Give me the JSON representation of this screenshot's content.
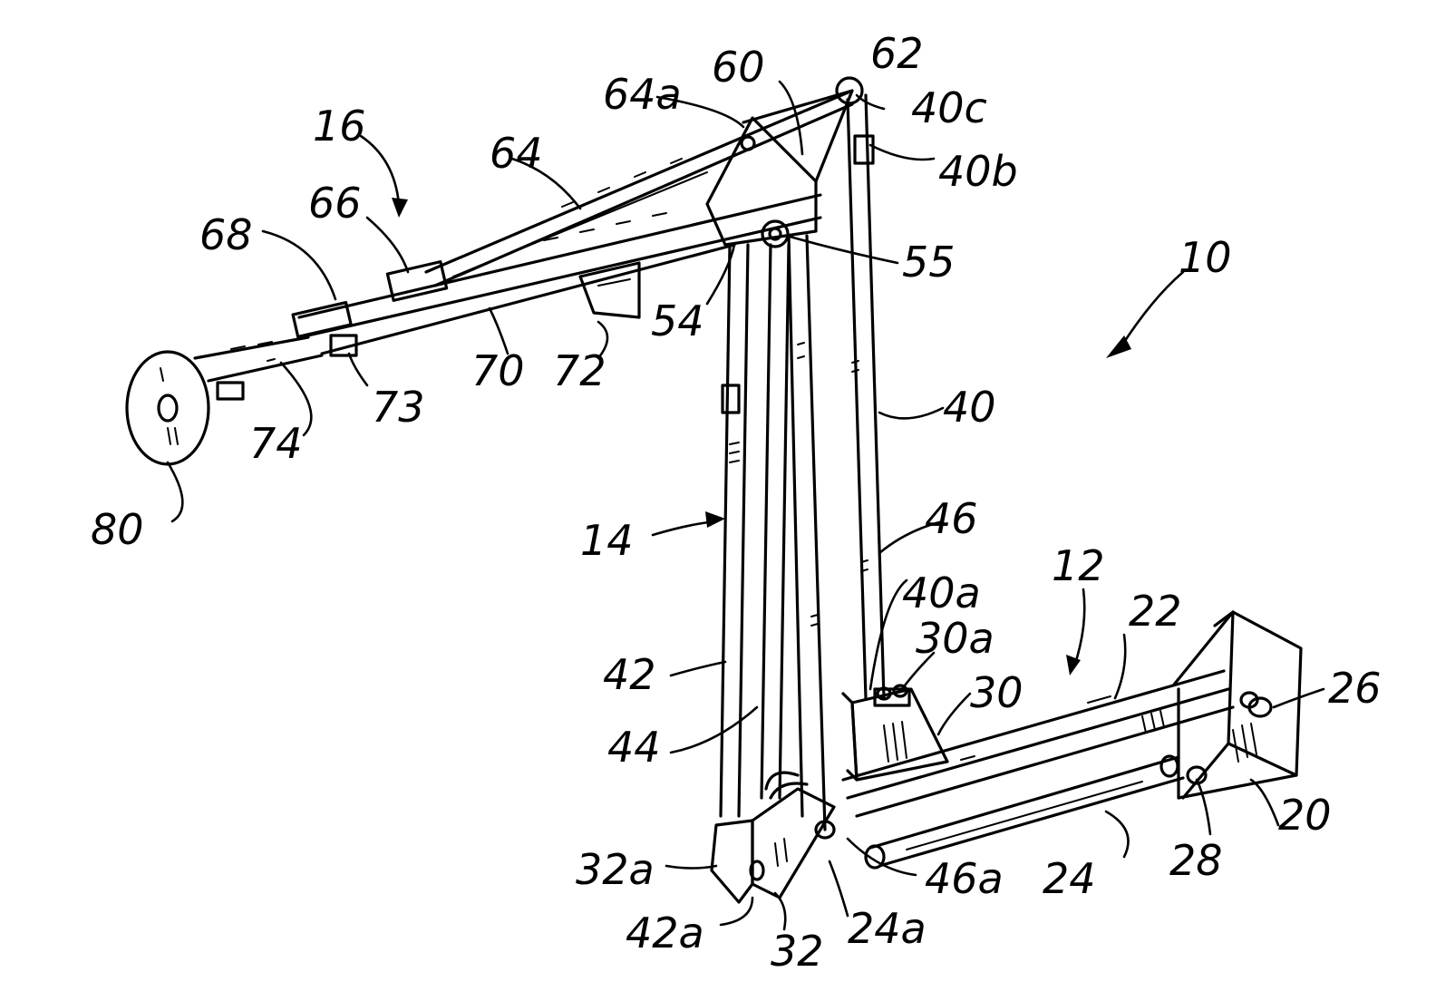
{
  "figure": {
    "labels": {
      "l10": "10",
      "l12": "12",
      "l14": "14",
      "l16": "16",
      "l20": "20",
      "l22": "22",
      "l24": "24",
      "l24a": "24a",
      "l26": "26",
      "l28": "28",
      "l30": "30",
      "l30a": "30a",
      "l32": "32",
      "l32a": "32a",
      "l40": "40",
      "l40a": "40a",
      "l40b": "40b",
      "l40c": "40c",
      "l42": "42",
      "l42a": "42a",
      "l44": "44",
      "l46": "46",
      "l46a": "46a",
      "l54": "54",
      "l55": "55",
      "l60": "60",
      "l62": "62",
      "l64": "64",
      "l64a": "64a",
      "l66": "66",
      "l68": "68",
      "l70": "70",
      "l72": "72",
      "l73": "73",
      "l74": "74",
      "l80": "80"
    }
  }
}
